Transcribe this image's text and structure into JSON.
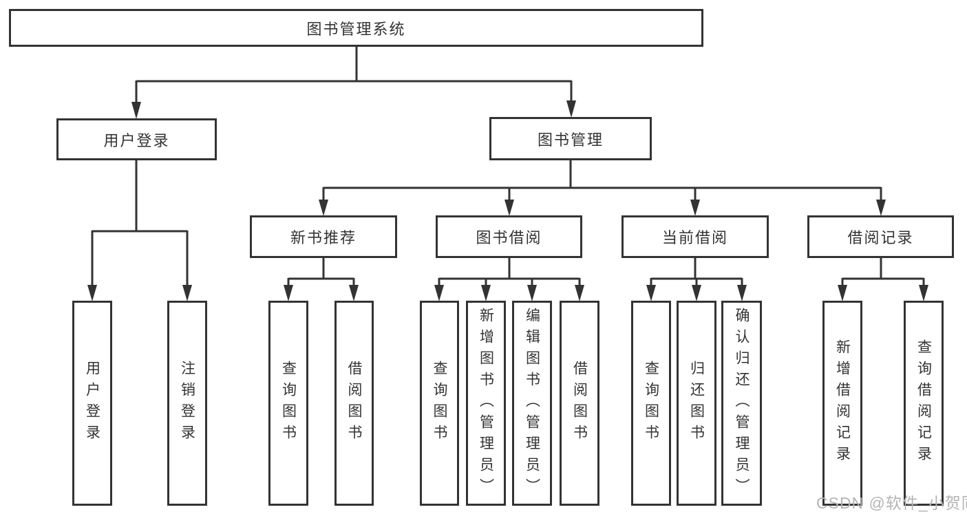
{
  "tree": {
    "root": {
      "label": "图书管理系统"
    },
    "branches": [
      {
        "label": "用户登录",
        "leaves": [
          {
            "label": "用户登录"
          },
          {
            "label": "注销登录"
          }
        ]
      },
      {
        "label": "图书管理",
        "groups": [
          {
            "label": "新书推荐",
            "leaves": [
              {
                "label": "查询图书"
              },
              {
                "label": "借阅图书"
              }
            ]
          },
          {
            "label": "图书借阅",
            "leaves": [
              {
                "label": "查询图书"
              },
              {
                "label": "新增图书（管理员）"
              },
              {
                "label": "编辑图书（管理员）"
              },
              {
                "label": "借阅图书"
              }
            ]
          },
          {
            "label": "当前借阅",
            "leaves": [
              {
                "label": "查询图书"
              },
              {
                "label": "归还图书"
              },
              {
                "label": "确认归还（管理员）"
              }
            ]
          },
          {
            "label": "借阅记录",
            "leaves": [
              {
                "label": "新增借阅记录"
              },
              {
                "label": "查询借阅记录"
              }
            ]
          }
        ]
      }
    ]
  },
  "watermark": {
    "text": "CSDN @软件_小贺同学"
  },
  "colors": {
    "line": "#333333",
    "text": "#333333",
    "box_background": "#ffffff",
    "page_background": "#ffffff",
    "watermark": "#b4b4b4"
  }
}
